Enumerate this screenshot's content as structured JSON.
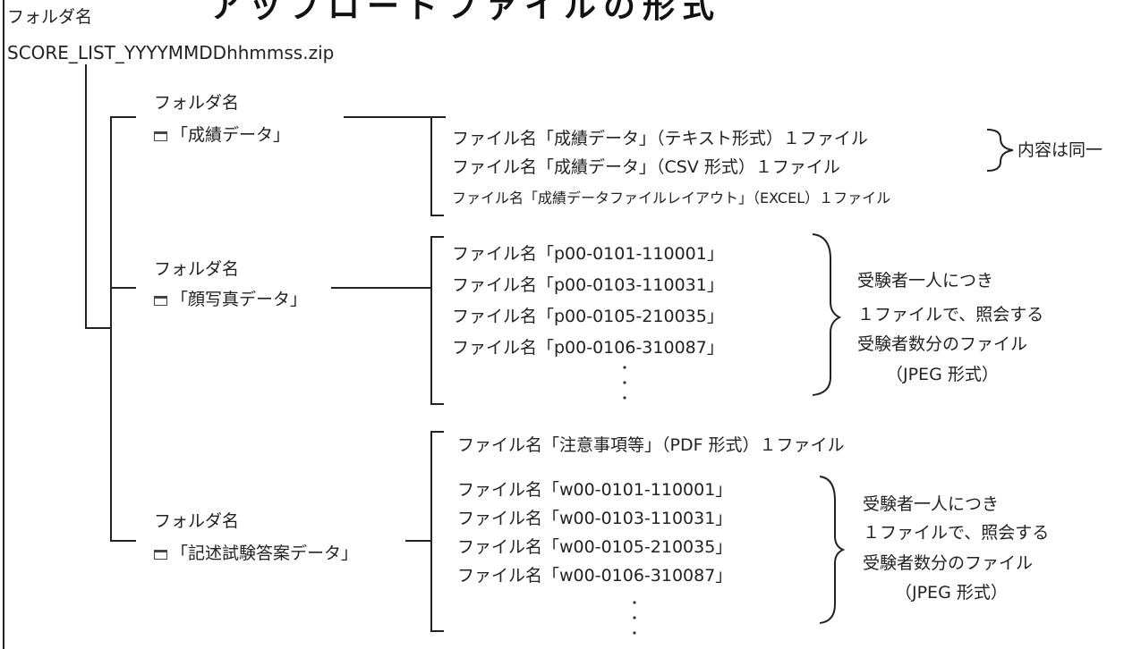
{
  "title": "アップロードファイルの形式",
  "root": {
    "label": "フォルダ名",
    "name": "SCORE_LIST_YYYYMMDDhhmmss.zip"
  },
  "folders": [
    {
      "label": "フォルダ名",
      "name": "「成績データ」",
      "files": [
        "ファイル名「成績データ」（テキスト形式）１ファイル",
        "ファイル名「成績データ」（CSV 形式）１ファイル",
        "ファイル名「成績データファイルレイアウト」（EXCEL）１ファイル"
      ],
      "note": "内容は同一"
    },
    {
      "label": "フォルダ名",
      "name": "「顔写真データ」",
      "files": [
        "ファイル名「p00-0101-110001」",
        "ファイル名「p00-0103-110031」",
        "ファイル名「p00-0105-210035」",
        "ファイル名「p00-0106-310087」"
      ],
      "note_lines": [
        "受験者一人につき",
        "１ファイルで、照会する",
        "受験者数分のファイル",
        "（JPEG 形式）"
      ]
    },
    {
      "label": "フォルダ名",
      "name": "「記述試験答案データ」",
      "pdf_file": "ファイル名「注意事項等」（PDF 形式）１ファイル",
      "files": [
        "ファイル名「w00-0101-110001」",
        "ファイル名「w00-0103-110031」",
        "ファイル名「w00-0105-210035」",
        "ファイル名「w00-0106-310087」"
      ],
      "note_lines": [
        "受験者一人につき",
        "１ファイルで、照会する",
        "受験者数分のファイル",
        "（JPEG 形式）"
      ]
    }
  ],
  "icons": {
    "folder": "folder-icon",
    "continuation": "vertical-ellipsis-icon"
  }
}
